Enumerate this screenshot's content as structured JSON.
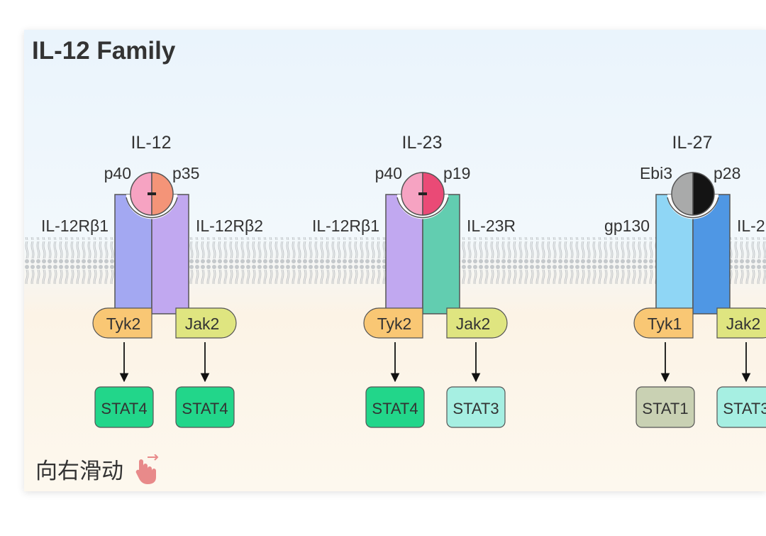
{
  "title": "IL-12 Family",
  "hint": "向右滑动",
  "hint_icon": "swipe-hand-icon",
  "colors": {
    "membrane": "#b8bcc0",
    "il12rb1": "#a3a8f2",
    "il12rb2": "#c1a8f0",
    "il23r": "#62cdb0",
    "gp130": "#8fd6f5",
    "il27ra": "#4f97e4",
    "p40": "#f6a3c2",
    "p35": "#f49478",
    "p19": "#ea4a76",
    "ebi3": "#a9aaaa",
    "p28": "#141414",
    "tyk": "#f9c774",
    "jak": "#dfe580",
    "stat_green": "#22d68a",
    "stat_cyan": "#a6efe2",
    "stat_olive": "#c9d1b3"
  },
  "complexes": [
    {
      "name": "IL-12",
      "ligand_left": "p40",
      "ligand_right": "p35",
      "receptor_left": "IL-12Rβ1",
      "receptor_right": "IL-12Rβ2",
      "kinase_left": "Tyk2",
      "kinase_right": "Jak2",
      "stat_left": "STAT4",
      "stat_right": "STAT4"
    },
    {
      "name": "IL-23",
      "ligand_left": "p40",
      "ligand_right": "p19",
      "receptor_left": "IL-12Rβ1",
      "receptor_right": "IL-23R",
      "kinase_left": "Tyk2",
      "kinase_right": "Jak2",
      "stat_left": "STAT4",
      "stat_right": "STAT3"
    },
    {
      "name": "IL-27",
      "ligand_left": "Ebi3",
      "ligand_right": "p28",
      "receptor_left": "gp130",
      "receptor_right": "IL-2",
      "kinase_left": "Tyk1",
      "kinase_right": "Jak2",
      "stat_left": "STAT1",
      "stat_right": "STAT3"
    }
  ]
}
